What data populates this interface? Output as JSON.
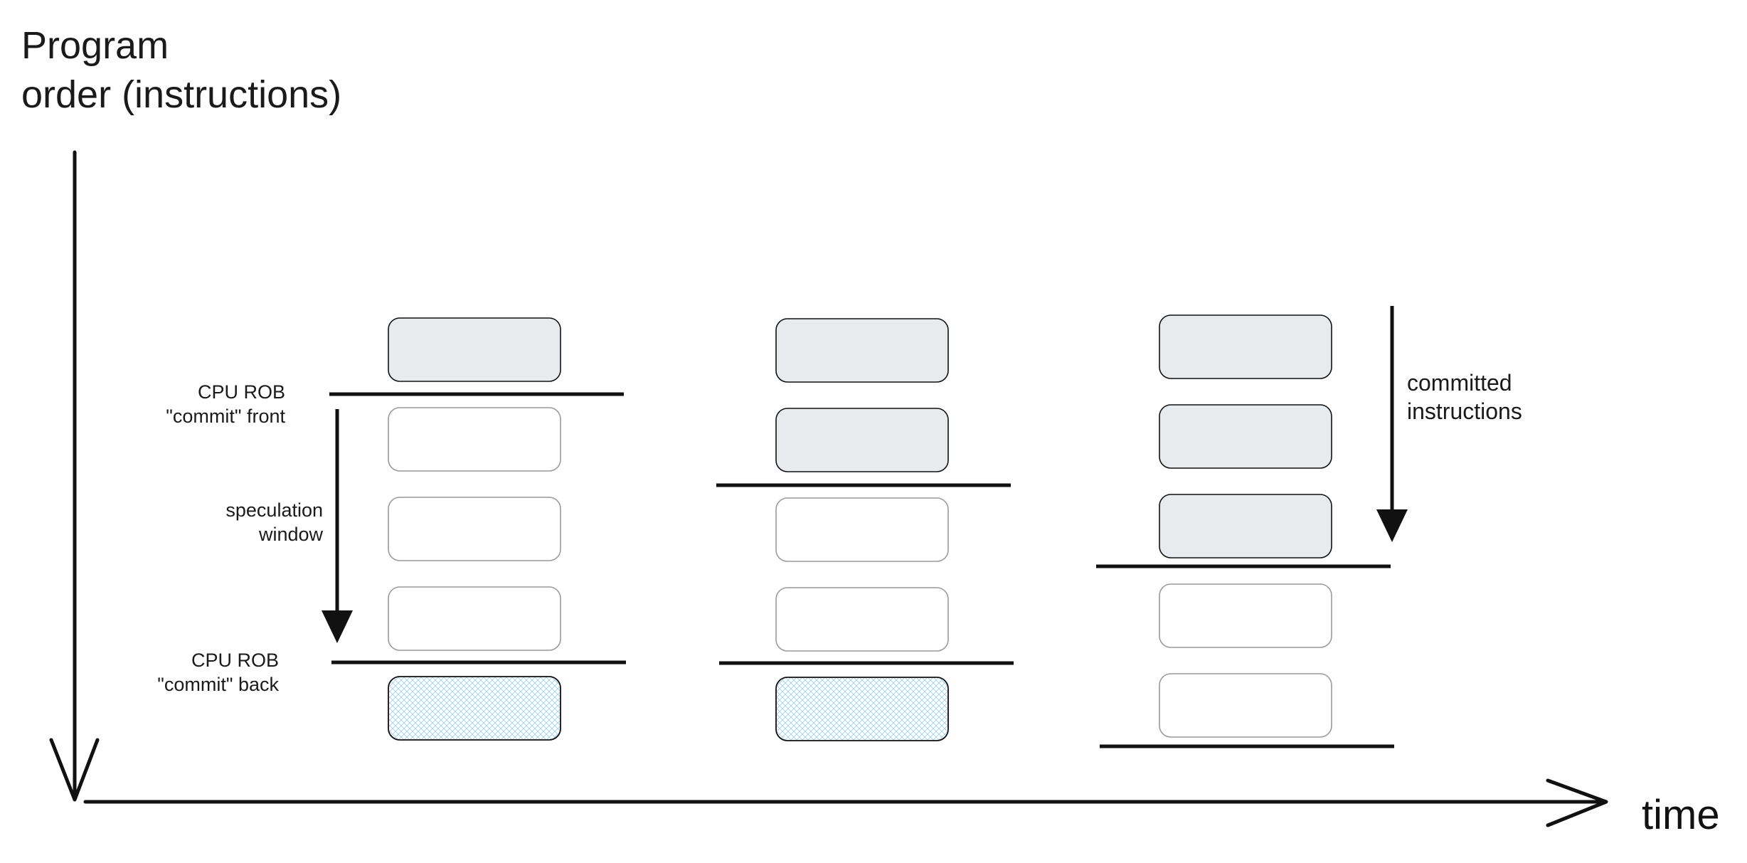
{
  "title": "Program\norder (instructions)",
  "x_axis_label": "time",
  "labels": {
    "commit_front": "CPU ROB\n\"commit\" front",
    "speculation_window": "speculation\nwindow",
    "commit_back": "CPU ROB\n\"commit\" back",
    "committed_instructions": "committed\ninstructions"
  },
  "columns": [
    {
      "slots": [
        "committed",
        "speculative",
        "speculative",
        "speculative",
        "incoming"
      ]
    },
    {
      "slots": [
        "committed",
        "committed",
        "speculative",
        "speculative",
        "incoming"
      ]
    },
    {
      "slots": [
        "committed",
        "committed",
        "committed",
        "speculative",
        "speculative"
      ]
    }
  ],
  "colors": {
    "committed_fill": "#e8ebee",
    "speculative_fill": "#ffffff",
    "incoming_hatch": "#9fd3f0",
    "stroke": "#111111"
  }
}
